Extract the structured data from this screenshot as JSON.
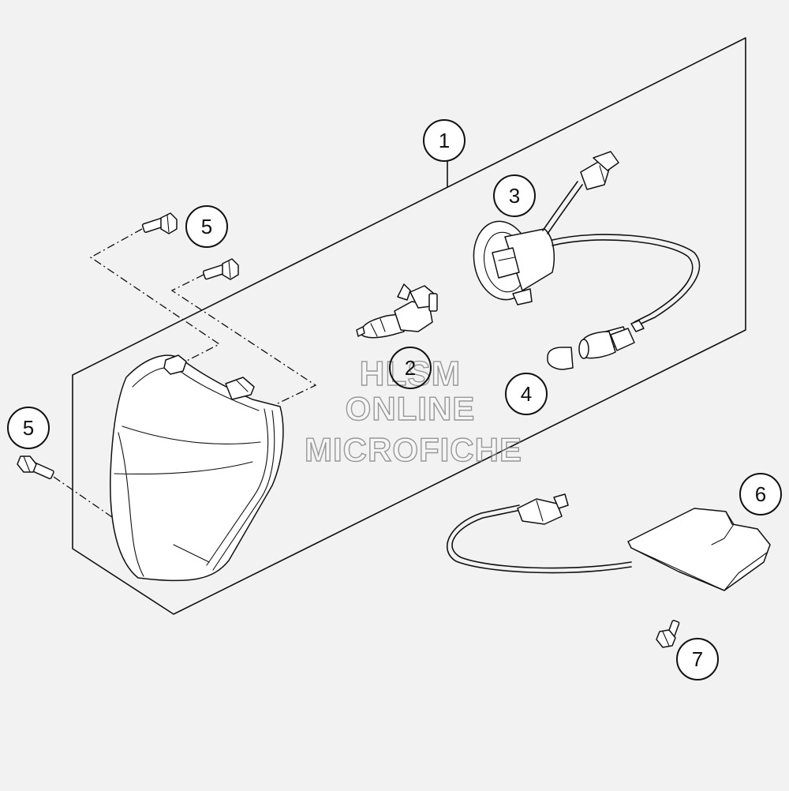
{
  "callouts": [
    {
      "id": "1",
      "label": "1"
    },
    {
      "id": "2",
      "label": "2"
    },
    {
      "id": "3",
      "label": "3"
    },
    {
      "id": "4",
      "label": "4"
    },
    {
      "id": "5a",
      "label": "5"
    },
    {
      "id": "5b",
      "label": "5"
    },
    {
      "id": "6",
      "label": "6"
    },
    {
      "id": "7",
      "label": "7"
    }
  ],
  "watermark": {
    "line1": "HLSM",
    "line2": "ONLINE",
    "line3": "MICROFICHE"
  },
  "colors": {
    "background": "#f2f2f2",
    "ink": "#111111"
  }
}
